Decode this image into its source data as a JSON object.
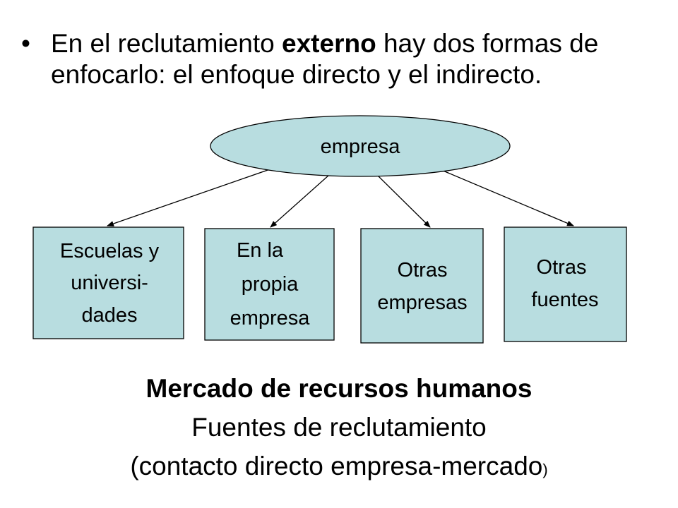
{
  "bullet": {
    "symbol": "•",
    "text_before": "En el reclutamiento ",
    "text_bold": "externo",
    "text_after": " hay dos formas de enfocarlo: el enfoque directo y el indirecto."
  },
  "diagram": {
    "root": {
      "label": "empresa"
    },
    "children": [
      {
        "lines": [
          "Escuelas y",
          "universi-",
          "dades"
        ]
      },
      {
        "lines": [
          "En la",
          "propia",
          "empresa"
        ]
      },
      {
        "lines": [
          "Otras",
          "empresas"
        ]
      },
      {
        "lines": [
          "Otras",
          "fuentes"
        ]
      }
    ],
    "fill_color": "#b8dde0",
    "stroke_color": "#000000"
  },
  "caption": {
    "title": "Mercado de recursos humanos",
    "subtitle": "Fuentes de reclutamiento",
    "paren_open": "(contacto directo empresa-mercado",
    "paren_close": ")"
  }
}
